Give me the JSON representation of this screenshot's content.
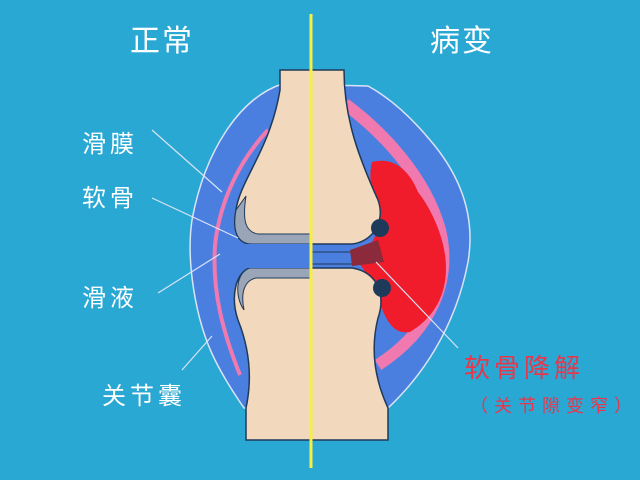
{
  "headings": {
    "normal": "正常",
    "diseased": "病变"
  },
  "labels": {
    "synovium": "滑膜",
    "cartilage": "软骨",
    "synovial_fluid": "滑液",
    "joint_capsule": "关节囊"
  },
  "pathology": {
    "title": "软骨降解",
    "subtitle": "（关节隙变窄）"
  },
  "colors": {
    "background": "#2aa8d4",
    "capsule": "#4a7fe0",
    "synovium": "#f07ab0",
    "bone": "#f2d8bc",
    "cartilage": "#9aa6b8",
    "inflammation": "#f01c2c",
    "divider": "#f4f046",
    "pathology_text": "#e8364a",
    "outline": "#1e3a5a"
  }
}
